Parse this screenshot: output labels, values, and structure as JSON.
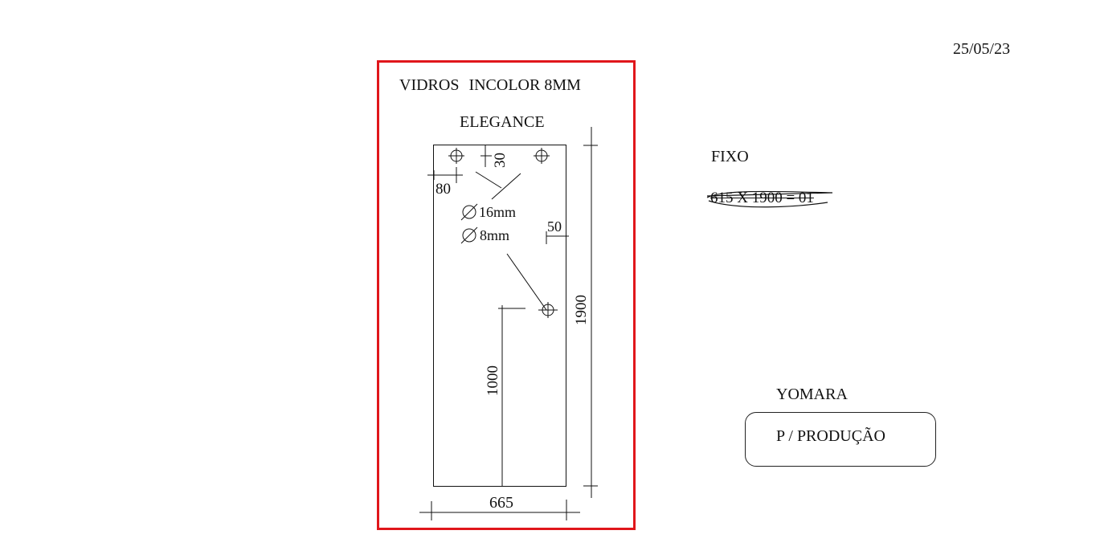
{
  "header": {
    "date": "25/05/23"
  },
  "drawing": {
    "title_line1": "VIDROS",
    "title_line2": "INCOLOR 8MM",
    "model": "ELEGANCE",
    "dims": {
      "top_offset": "30",
      "side_offset": "80",
      "hole_large": "16mm",
      "hole_small": "8mm",
      "edge_offset": "50",
      "height": "1900",
      "handle_height": "1000",
      "width": "665"
    }
  },
  "notes": {
    "fixed_label": "FIXO",
    "fixed_spec": "615 X 1900 = 01",
    "client": "YOMARA",
    "purpose": "P / PRODUÇÃO"
  },
  "colors": {
    "frame": "#e0161b",
    "ink": "#111111"
  }
}
